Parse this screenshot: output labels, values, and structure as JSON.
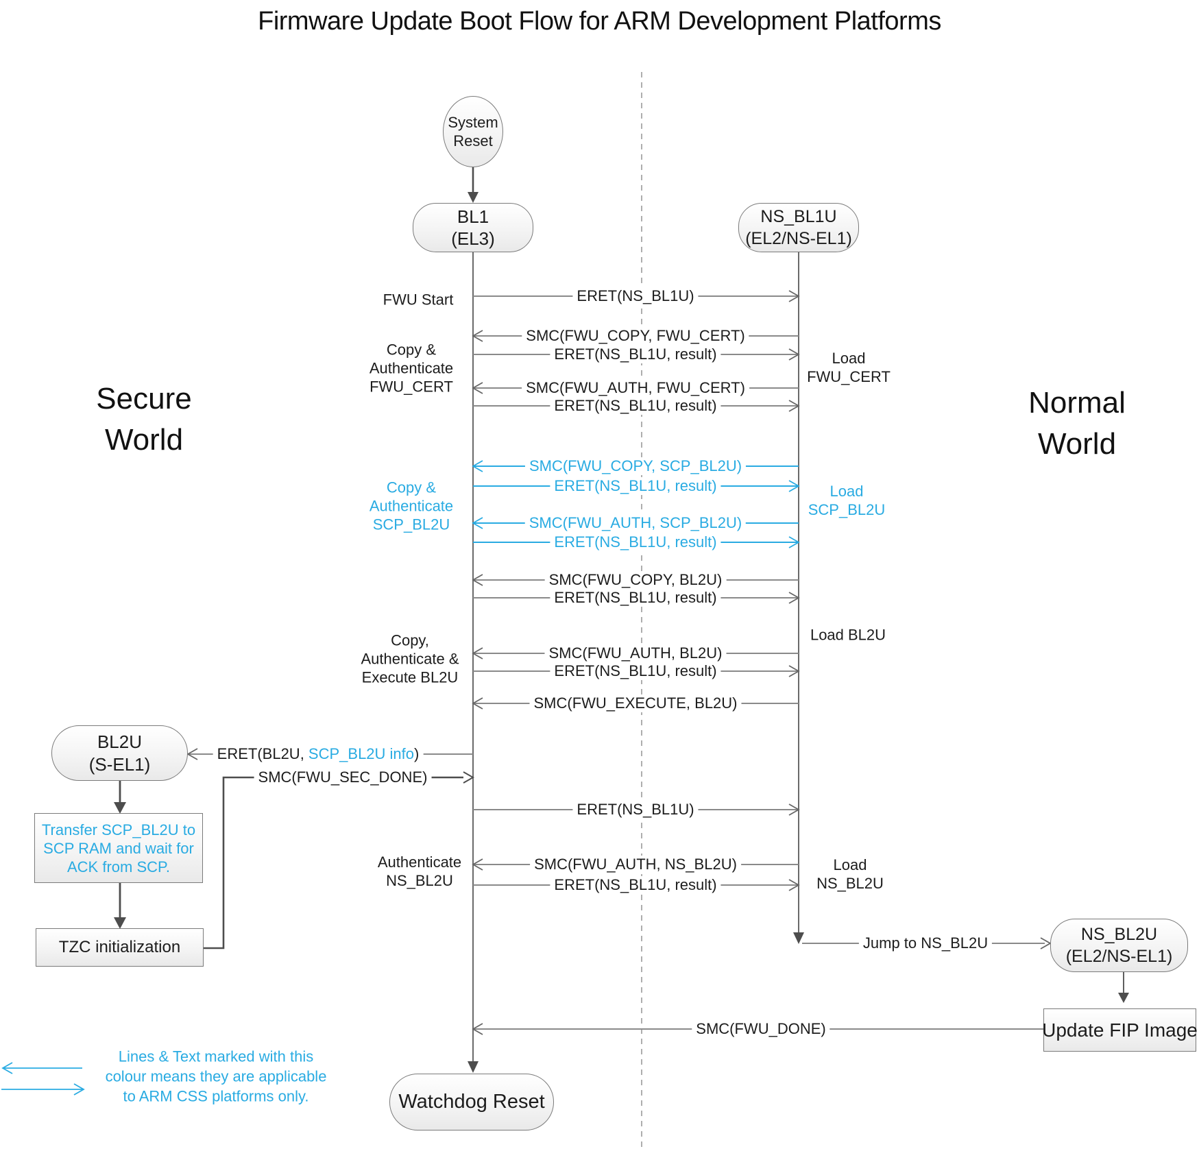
{
  "title": "Firmware Update Boot Flow for ARM Development Platforms",
  "worlds": {
    "secure": {
      "line1": "Secure",
      "line2": "World"
    },
    "normal": {
      "line1": "Normal",
      "line2": "World"
    }
  },
  "nodes": {
    "system_reset": {
      "line1": "System",
      "line2": "Reset"
    },
    "bl1": {
      "line1": "BL1",
      "line2": "(EL3)"
    },
    "ns_bl1u": {
      "line1": "NS_BL1U",
      "line2": "(EL2/NS-EL1)"
    },
    "bl2u": {
      "line1": "BL2U",
      "line2": "(S-EL1)"
    },
    "transfer_scp": {
      "line1": "Transfer SCP_BL2U to",
      "line2": "SCP RAM and wait for",
      "line3": "ACK from SCP."
    },
    "tzc": {
      "label": "TZC initialization"
    },
    "ns_bl2u": {
      "line1": "NS_BL2U",
      "line2": "(EL2/NS-EL1)"
    },
    "update_fip": {
      "label": "Update FIP Image"
    },
    "watchdog": {
      "label": "Watchdog Reset"
    }
  },
  "messages": [
    {
      "label": "ERET(NS_BL1U)"
    },
    {
      "label": "SMC(FWU_COPY, FWU_CERT)"
    },
    {
      "label": "ERET(NS_BL1U, result)"
    },
    {
      "label": "SMC(FWU_AUTH, FWU_CERT)"
    },
    {
      "label": "ERET(NS_BL1U, result)"
    },
    {
      "label": "SMC(FWU_COPY, SCP_BL2U)"
    },
    {
      "label": "ERET(NS_BL1U, result)"
    },
    {
      "label": "SMC(FWU_AUTH, SCP_BL2U)"
    },
    {
      "label": "ERET(NS_BL1U, result)"
    },
    {
      "label": "SMC(FWU_COPY, BL2U)"
    },
    {
      "label": "ERET(NS_BL1U, result)"
    },
    {
      "label": "SMC(FWU_AUTH, BL2U)"
    },
    {
      "label": "ERET(NS_BL1U, result)"
    },
    {
      "label": "SMC(FWU_EXECUTE, BL2U)"
    },
    {
      "parts": [
        "ERET(BL2U, ",
        "SCP_BL2U info",
        ")"
      ]
    },
    {
      "label": "SMC(FWU_SEC_DONE)"
    },
    {
      "label": "ERET(NS_BL1U)"
    },
    {
      "label": "SMC(FWU_AUTH, NS_BL2U)"
    },
    {
      "label": "ERET(NS_BL1U, result)"
    },
    {
      "label": "Jump to NS_BL2U"
    },
    {
      "label": "SMC(FWU_DONE)"
    }
  ],
  "side_labels": {
    "left": [
      {
        "lines": [
          "FWU Start"
        ]
      },
      {
        "lines": [
          "Copy &",
          "Authenticate",
          "FWU_CERT"
        ]
      },
      {
        "lines": [
          "Copy &",
          "Authenticate",
          "SCP_BL2U"
        ]
      },
      {
        "lines": [
          "Copy,",
          "Authenticate &",
          "Execute BL2U"
        ]
      },
      {
        "lines": [
          "Authenticate",
          "NS_BL2U"
        ]
      }
    ],
    "right": [
      {
        "lines": [
          "Load",
          "FWU_CERT"
        ]
      },
      {
        "lines": [
          "Load",
          "SCP_BL2U"
        ]
      },
      {
        "lines": [
          "Load BL2U"
        ]
      },
      {
        "lines": [
          "Load",
          "NS_BL2U"
        ]
      }
    ]
  },
  "legend": {
    "line1": "Lines & Text marked with this",
    "line2": "colour means they are applicable",
    "line3": "to ARM CSS platforms only."
  },
  "colors": {
    "accent": "#29abe2",
    "line_gray": "#8a8a8a",
    "line_dark": "#4d4d4d",
    "text": "#1c1c1c"
  }
}
